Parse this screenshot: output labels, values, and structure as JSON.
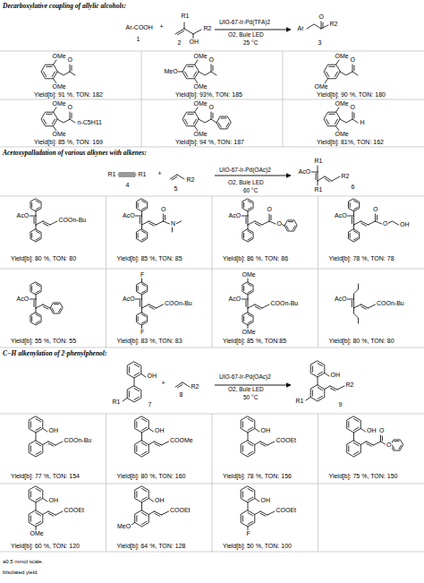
{
  "diagram": {
    "labels": [
      "Decarboxylative coupling of allylic alcohols:",
      "Ar-COOH",
      "1",
      "+",
      "R1",
      "OH",
      "R2",
      "2",
      "UIO-67-Ir-Pd(TFA)2",
      "O2, Bule LED",
      "25 °C",
      "Ar",
      "O",
      "R2",
      "3",
      "OMe",
      "O",
      "OMe",
      "Yield[b]: 91 %, TON: 182",
      "OMe",
      "MeO",
      "O",
      "OMe",
      "Yield[b]: 93%, TON: 185",
      "OMe",
      "O",
      "OMe",
      "Yield[b]: 90 %, TON: 180",
      "OMe",
      "O",
      "n-C5H11",
      "OMe",
      "Yield[b]: 85 %, TON: 169",
      "OMe",
      "O",
      "OMe",
      "Yield[b]: 94 %, TON: 187",
      "OMe",
      "O",
      "H",
      "OMe",
      "Yield[b]: 81%, TON: 162",
      "Acetoxypalladation of various alkynes with alkenes:",
      "R1",
      "R1",
      "4",
      "+",
      "R2",
      "5",
      "UIO-67-Ir-Pd(OAc)2",
      "O2, Bule LED",
      "60 °C",
      "R1",
      "AcO",
      "R1",
      "R2",
      "6",
      "AcO",
      "COOn-Bu",
      "Yield[b]: 80 %, TON: 80",
      "AcO",
      "O",
      "N",
      "Yield[b]: 85 %, TON: 85",
      "AcO",
      "O",
      "O",
      "Yield[b]: 86 %, TON: 86",
      "AcO",
      "O",
      "O",
      "OH",
      "Yield[b]: 78 %, TON: 78",
      "AcO",
      "Yield[b]: 55 %, TON: 55",
      "F",
      "AcO",
      "F",
      "COOn-Bu",
      "Yield[b]: 83 %, TON: 83",
      "OMe",
      "AcO",
      "OMe",
      "COOn-Bu",
      "Yield[b]: 85 %, TON:85",
      "AcO",
      "COOn-Bu",
      "Yield[b]: 80 %, TON: 80",
      "C−H alkenylation of 2-phenylphenol:",
      "OH",
      "R1",
      "7",
      "+",
      "R2",
      "8",
      "UIO-67-Ir-Pd(OAc)2",
      "O2, Bule LED",
      "50 °C",
      "OH",
      "R2",
      "R1",
      "9",
      "OH",
      "COOn-Bu",
      "Yield[b]: 77 %, TON: 154",
      "OH",
      "COOMe",
      "Yield[b]: 80 %, TON: 160",
      "OH",
      "COOEt",
      "Yield[b]: 78 %, TON: 156",
      "OH",
      "O",
      "O",
      "Yield[b]: 75 %, TON: 150",
      "OH",
      "COOEt",
      "OMe",
      "Yield[b]: 60 %, TON: 120",
      "OH",
      "COOEt",
      "MeO",
      "Yield[b]: 64 %, TON: 128",
      "OH",
      "COOEt",
      "F",
      "Yield[b]: 50 %, TON: 100",
      "a0.5 mmol scale.",
      "bIsolated yield."
    ]
  }
}
